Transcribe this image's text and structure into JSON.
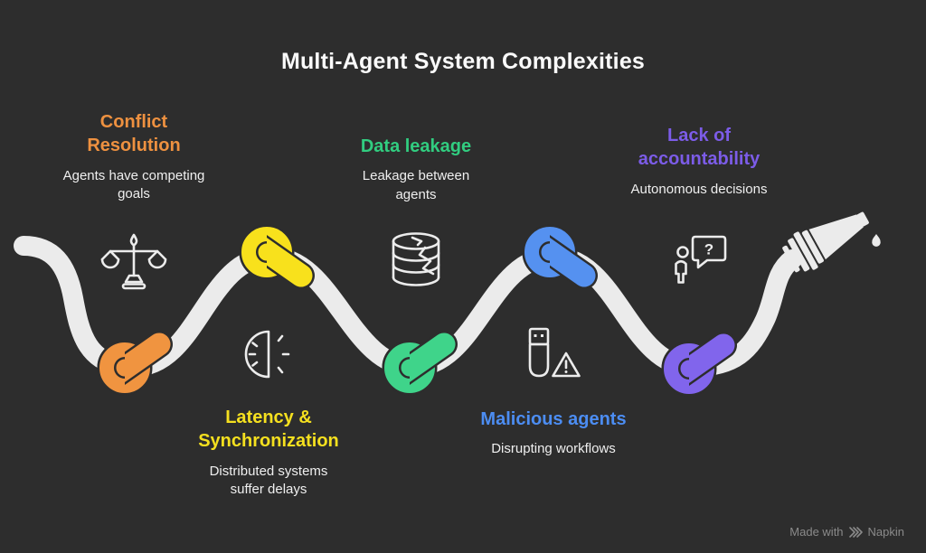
{
  "title": "Multi-Agent System Complexities",
  "colors": {
    "background": "#2d2d2d",
    "rope": "#ebebeb",
    "icon_stroke": "#ececec",
    "subtitle_text": "#efefef",
    "watermark_text": "#8a8a8a"
  },
  "sections": [
    {
      "id": "conflict-resolution",
      "title": "Conflict\nResolution",
      "subtitle": "Agents have competing\ngoals",
      "color": "#ee9140",
      "knot_color": "#f09440",
      "icon": "balance-scale-icon"
    },
    {
      "id": "latency-synchronization",
      "title": "Latency &\nSynchronization",
      "subtitle": "Distributed systems\nsuffer delays",
      "color": "#f5e01f",
      "knot_color": "#f8e11c",
      "icon": "half-clock-icon"
    },
    {
      "id": "data-leakage",
      "title": "Data leakage",
      "subtitle": "Leakage between\nagents",
      "color": "#31cd80",
      "knot_color": "#3fd48a",
      "icon": "cracked-database-icon"
    },
    {
      "id": "malicious-agents",
      "title": "Malicious agents",
      "subtitle": "Disrupting workflows",
      "color": "#4c8df2",
      "knot_color": "#5591f0",
      "icon": "usb-warning-icon"
    },
    {
      "id": "lack-of-accountability",
      "title": "Lack of\naccountability",
      "subtitle": "Autonomous decisions",
      "color": "#7c5ce8",
      "knot_color": "#8165ec",
      "icon": "person-question-icon"
    }
  ],
  "watermark": {
    "prefix": "Made with",
    "brand": "Napkin",
    "logo": "napkin-logo-icon"
  }
}
